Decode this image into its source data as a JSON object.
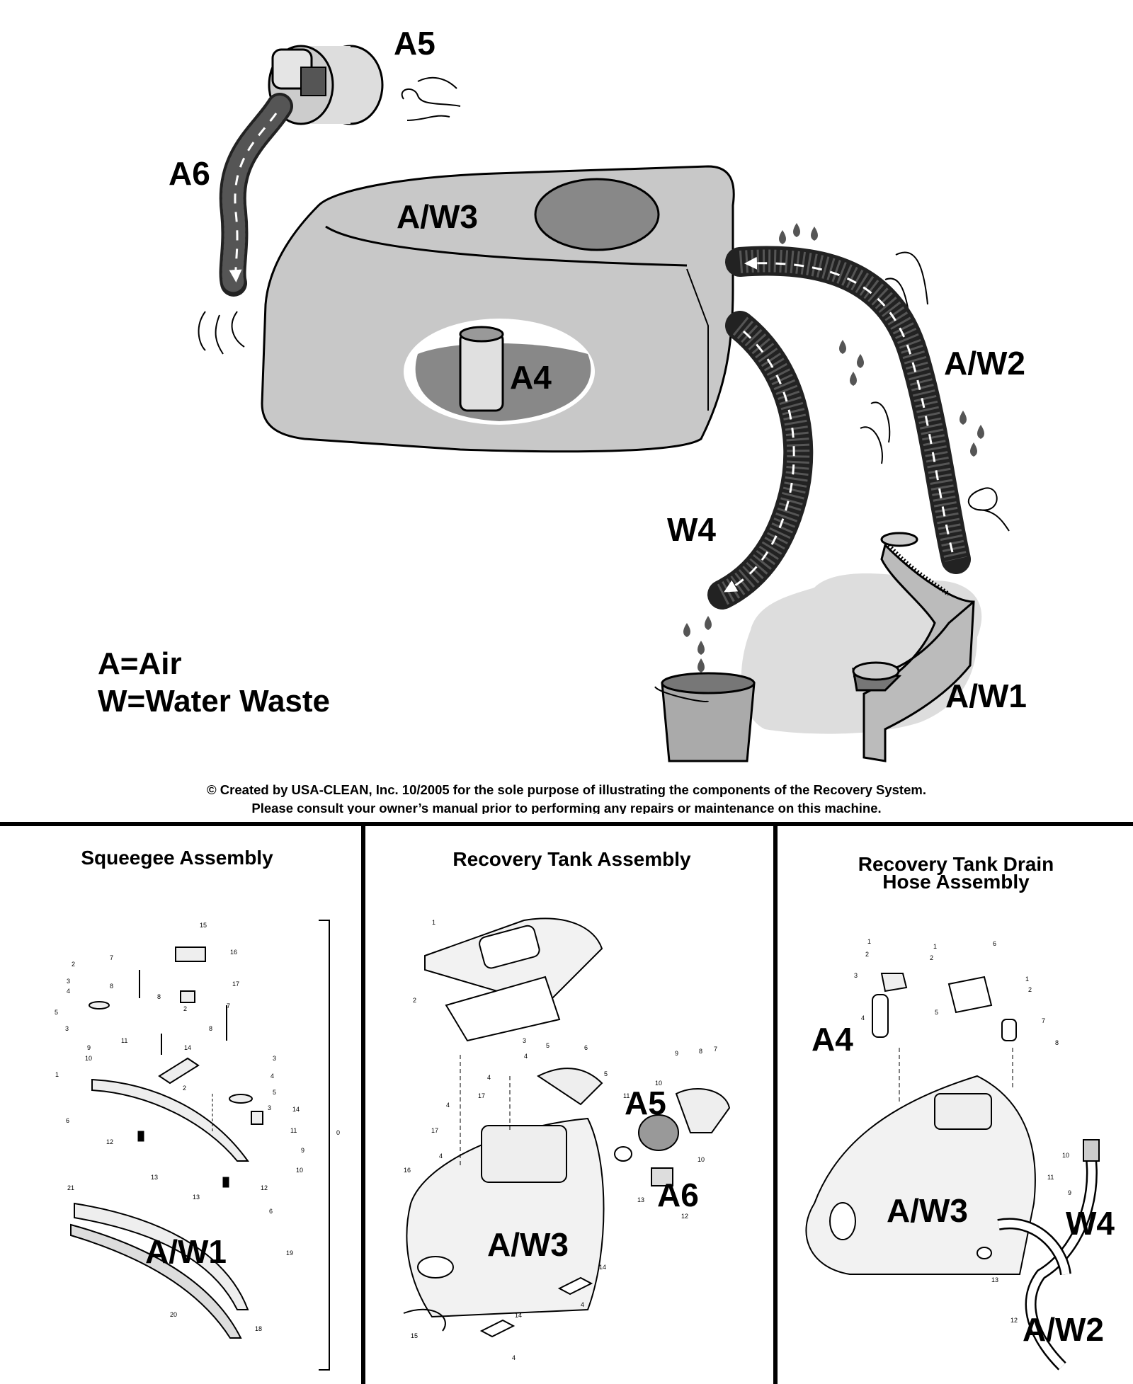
{
  "top_diagram": {
    "labels": {
      "a5": "A5",
      "a6": "A6",
      "aw3": "A/W3",
      "a4": "A4",
      "aw2": "A/W2",
      "w4": "W4",
      "aw1": "A/W1"
    },
    "legend": [
      "A=Air",
      "W=Water Waste"
    ],
    "copyright_lines": [
      "© Created by USA-CLEAN, Inc. 10/2005 for the sole purpose of illustrating the components of the Recovery System.",
      "Please consult your owner’s manual prior to performing any repairs or maintenance on this machine."
    ]
  },
  "panels": [
    {
      "title": "Squeegee Assembly",
      "callouts": [
        "A/W1"
      ],
      "part_numbers": [
        "15",
        "16",
        "17",
        "7",
        "2",
        "3",
        "4",
        "8",
        "8",
        "5",
        "3",
        "7",
        "8",
        "9",
        "14",
        "11",
        "10",
        "2",
        "2",
        "3",
        "4",
        "5",
        "1",
        "14",
        "3",
        "6",
        "11",
        "12",
        "13",
        "12",
        "9",
        "10",
        "13",
        "6",
        "21",
        "19",
        "20",
        "18",
        "0"
      ]
    },
    {
      "title": "Recovery Tank Assembly",
      "callouts": [
        "A5",
        "A6",
        "A/W3"
      ],
      "part_numbers": [
        "1",
        "2",
        "3",
        "4",
        "5",
        "6",
        "5",
        "4",
        "17",
        "4",
        "17",
        "4",
        "9",
        "8",
        "7",
        "10",
        "11",
        "13",
        "10",
        "12",
        "16",
        "14",
        "4",
        "15",
        "14",
        "4"
      ]
    },
    {
      "title_lines": [
        "Recovery Tank Drain",
        "Hose Assembly"
      ],
      "callouts": [
        "A4",
        "A/W3",
        "W4",
        "A/W2"
      ],
      "part_numbers": [
        "1",
        "2",
        "1",
        "3",
        "2",
        "6",
        "1",
        "2",
        "7",
        "8",
        "4",
        "5",
        "10",
        "11",
        "9",
        "13",
        "12"
      ]
    }
  ]
}
